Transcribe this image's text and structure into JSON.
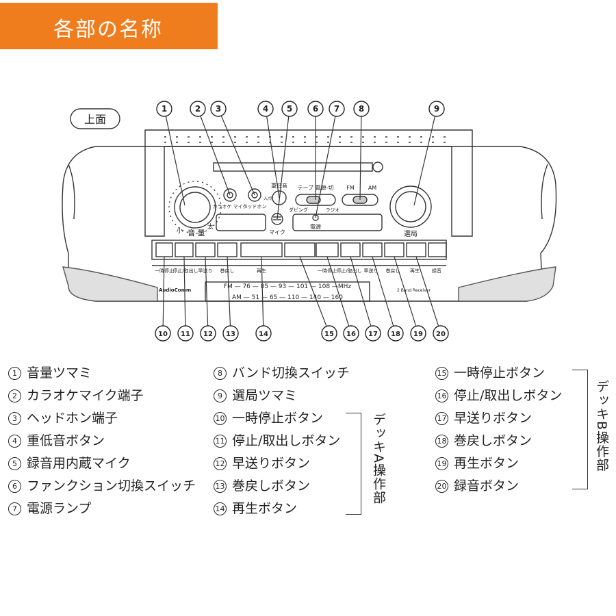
{
  "header": {
    "title": "各部の名称"
  },
  "diagram": {
    "view_label": "上面",
    "top_numbers": [
      "1",
      "2",
      "3",
      "4",
      "5",
      "6",
      "7",
      "8",
      "9"
    ],
    "bottom_numbers": [
      "10",
      "11",
      "12",
      "13",
      "14",
      "15",
      "16",
      "17",
      "18",
      "19",
      "20"
    ],
    "panel": {
      "karaoke_mic": "カラオケ マイク",
      "headphone": "ヘッドホン",
      "bass": "重低音",
      "bass_sub": "入/切",
      "mic": "マイク",
      "function_top": "テープ 電源-切",
      "function_left": "ダビング",
      "function_right": "ラジオ",
      "band_fm": "FM",
      "band_am": "AM",
      "power": "電源",
      "volume_small": "小",
      "volume_label": "音 量",
      "volume_large": "大",
      "tuning": "選局",
      "deck_labels": [
        "一時停止",
        "停止/取出し",
        "早送り",
        "巻戻し",
        "再生",
        "一時停止",
        "停止/取出し",
        "早送り",
        "巻戻し",
        "再生",
        "録音"
      ],
      "brand": "AudioComm",
      "fm_scale": "FM — 76 — 85 — 93 — 101 — 108 —MHz",
      "am_scale": "AM — 51 — 65 — 110 — 140 — 160",
      "small_text": "2 Band Receiver"
    }
  },
  "legend": {
    "col1": [
      {
        "n": "1",
        "label": "音量ツマミ"
      },
      {
        "n": "2",
        "label": "カラオケマイク端子"
      },
      {
        "n": "3",
        "label": "ヘッドホン端子"
      },
      {
        "n": "4",
        "label": "重低音ボタン"
      },
      {
        "n": "5",
        "label": "録音用内蔵マイク"
      },
      {
        "n": "6",
        "label": "ファンクション切換スイッチ"
      },
      {
        "n": "7",
        "label": "電源ランプ"
      }
    ],
    "col2": [
      {
        "n": "8",
        "label": "バンド切換スイッチ"
      },
      {
        "n": "9",
        "label": "選局ツマミ"
      },
      {
        "n": "10",
        "label": "一時停止ボタン"
      },
      {
        "n": "11",
        "label": "停止/取出しボタン"
      },
      {
        "n": "12",
        "label": "早送りボタン"
      },
      {
        "n": "13",
        "label": "巻戻しボタン"
      },
      {
        "n": "14",
        "label": "再生ボタン"
      }
    ],
    "col3": [
      {
        "n": "15",
        "label": "一時停止ボタン"
      },
      {
        "n": "16",
        "label": "停止/取出しボタン"
      },
      {
        "n": "17",
        "label": "早送りボタン"
      },
      {
        "n": "18",
        "label": "巻戻しボタン"
      },
      {
        "n": "19",
        "label": "再生ボタン"
      },
      {
        "n": "20",
        "label": "録音ボタン"
      }
    ],
    "deck_a": "デッキA操作部",
    "deck_b": "デッキB操作部"
  }
}
